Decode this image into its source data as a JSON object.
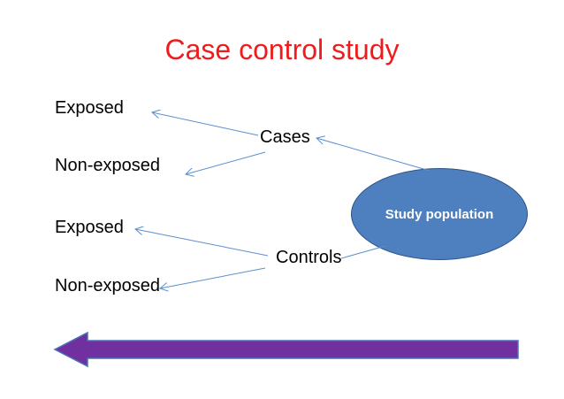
{
  "title": "Case control study",
  "labels": {
    "exposed_top": "Exposed",
    "non_exposed_top": "Non-exposed",
    "exposed_bottom": "Exposed",
    "non_exposed_bottom": "Non-exposed",
    "cases": "Cases",
    "controls": "Controls"
  },
  "population": "Study population",
  "colors": {
    "title": "#ee1c1c",
    "population_fill": "#4e7fbf",
    "arrow_line": "#5b8fd0",
    "big_arrow_fill": "#7030a0",
    "big_arrow_stroke": "#4a72b8"
  },
  "icons": {
    "direction_arrow": "left-arrow-icon"
  }
}
